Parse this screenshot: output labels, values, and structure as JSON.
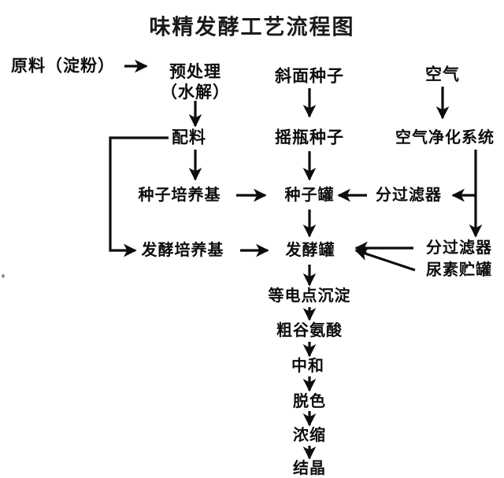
{
  "document": {
    "title": "味精发酵工艺流程图",
    "kind": "process-flow-diagram",
    "background_color": "#ffffff",
    "ink_color": "#0d0d0d"
  },
  "nodes": {
    "raw_material": "原料（淀粉）",
    "pretreatment_line1": "预处理",
    "pretreatment_line2": "（水解）",
    "batching": "配料",
    "slant_seed": "斜面种子",
    "shake_flask_seed": "摇瓶种子",
    "air": "空气",
    "air_purification": "空气净化系统",
    "seed_medium": "种子培养基",
    "seed_tank": "种子罐",
    "seed_filter": "分过滤器",
    "ferment_medium": "发酵培养基",
    "ferment_tank": "发酵罐",
    "ferment_filter": "分过滤器",
    "urea_tank": "尿素贮罐",
    "isoelectric_precipitation": "等电点沉淀",
    "crude_glutamic_acid": "粗谷氨酸",
    "neutralization": "中和",
    "decolorization": "脱色",
    "concentration": "浓缩",
    "crystallization": "结晶"
  },
  "edges": [
    {
      "name": "raw-material-to-pretreatment",
      "from": "原料（淀粉）",
      "to": "预处理（水解）",
      "direction": "right"
    },
    {
      "name": "pretreatment-to-batching",
      "from": "预处理（水解）",
      "to": "配料",
      "direction": "down"
    },
    {
      "name": "batching-to-ferment-medium",
      "from": "配料",
      "to": "发酵培养基",
      "direction": "left-down-right"
    },
    {
      "name": "batching-to-seed-medium",
      "from": "配料",
      "to": "种子培养基",
      "direction": "down"
    },
    {
      "name": "slant-seed-to-shake-flask",
      "from": "斜面种子",
      "to": "摇瓶种子",
      "direction": "down"
    },
    {
      "name": "shake-flask-to-seed-tank",
      "from": "摇瓶种子",
      "to": "种子罐",
      "direction": "down"
    },
    {
      "name": "seed-medium-to-seed-tank",
      "from": "种子培养基",
      "to": "种子罐",
      "direction": "right"
    },
    {
      "name": "seed-filter-to-seed-tank",
      "from": "分过滤器",
      "to": "种子罐",
      "direction": "left"
    },
    {
      "name": "air-to-purification",
      "from": "空气",
      "to": "空气净化系统",
      "direction": "down"
    },
    {
      "name": "purification-to-seed-filter",
      "from": "空气净化系统",
      "to": "分过滤器",
      "direction": "down-left"
    },
    {
      "name": "purification-to-ferment-filter",
      "from": "空气净化系统",
      "to": "分过滤器",
      "direction": "down"
    },
    {
      "name": "seed-tank-to-ferment-tank",
      "from": "种子罐",
      "to": "发酵罐",
      "direction": "down"
    },
    {
      "name": "ferment-medium-to-ferment-tank",
      "from": "发酵培养基",
      "to": "发酵罐",
      "direction": "right"
    },
    {
      "name": "ferment-filter-to-ferment-tank",
      "from": "分过滤器",
      "to": "发酵罐",
      "direction": "left"
    },
    {
      "name": "urea-tank-to-ferment-tank",
      "from": "尿素贮罐",
      "to": "发酵罐",
      "direction": "left-up"
    },
    {
      "name": "ferment-tank-to-isoelectric",
      "from": "发酵罐",
      "to": "等电点沉淀",
      "direction": "down"
    },
    {
      "name": "isoelectric-to-crude-acid",
      "from": "等电点沉淀",
      "to": "粗谷氨酸",
      "direction": "down"
    },
    {
      "name": "crude-acid-to-neutralization",
      "from": "粗谷氨酸",
      "to": "中和",
      "direction": "down"
    },
    {
      "name": "neutralization-to-decolorization",
      "from": "中和",
      "to": "脱色",
      "direction": "down"
    },
    {
      "name": "decolorization-to-concentration",
      "from": "脱色",
      "to": "浓缩",
      "direction": "down"
    },
    {
      "name": "concentration-to-crystallization",
      "from": "浓缩",
      "to": "结晶",
      "direction": "down"
    }
  ]
}
